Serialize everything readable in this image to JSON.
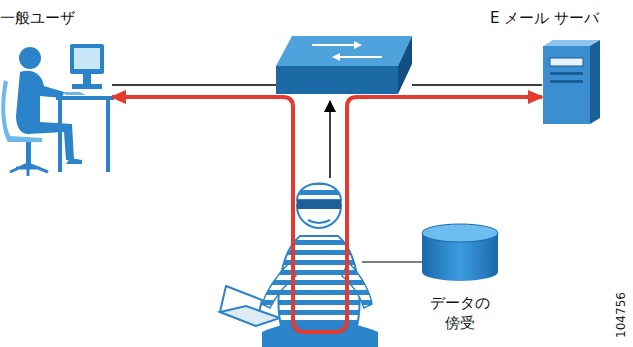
{
  "diagram": {
    "nodes": [
      {
        "text": [
          "一般ユーザ"
        ]
      },
      {
        "text": [
          "E メール サーバ"
        ]
      },
      {
        "text": [
          "データの 傍受"
        ]
      }
    ],
    "edges": [
      {
        "from": 0,
        "to": 1,
        "arrow": "none"
      },
      {
        "from": 0,
        "to": 1,
        "arrow": "both"
      }
    ],
    "labels": [
      "104756"
    ]
  }
}
